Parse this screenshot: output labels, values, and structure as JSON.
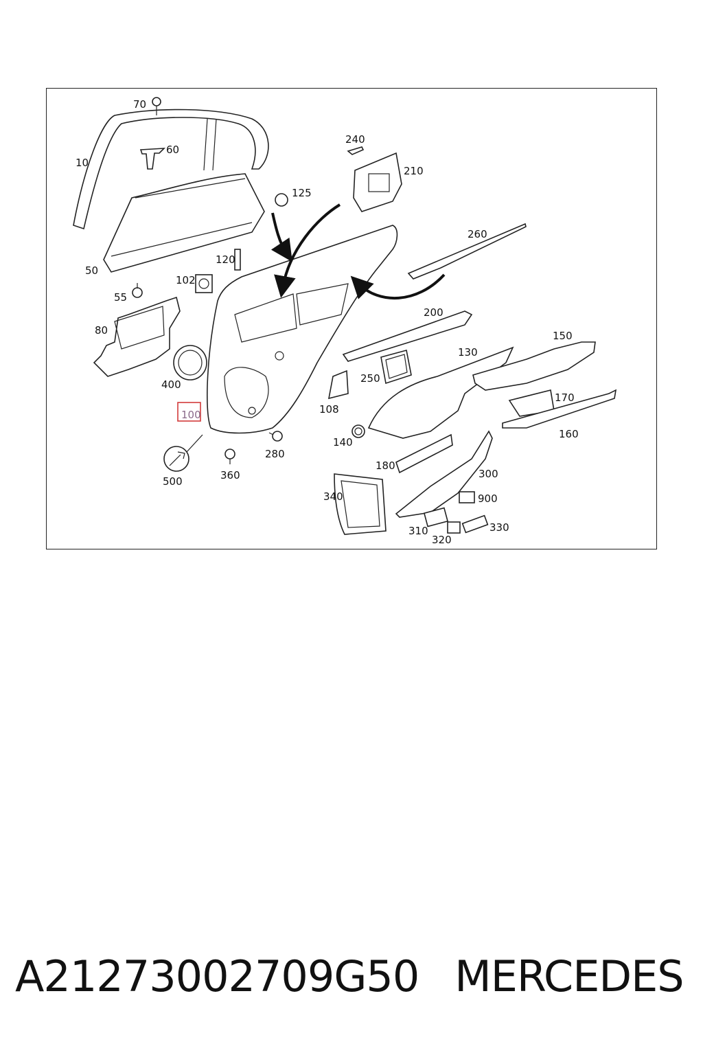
{
  "diagram": {
    "callouts": [
      "10",
      "50",
      "55",
      "60",
      "70",
      "80",
      "100",
      "102",
      "108",
      "120",
      "125",
      "130",
      "140",
      "150",
      "160",
      "170",
      "180",
      "200",
      "210",
      "240",
      "250",
      "260",
      "280",
      "300",
      "310",
      "320",
      "330",
      "340",
      "360",
      "400",
      "500",
      "900"
    ],
    "highlighted": "100"
  },
  "footer": {
    "part_number": "A21273002709G50",
    "brand": "MERCEDES"
  },
  "colors": {
    "highlight_box": "#d23a3a",
    "highlight_text": "#8a6a8a",
    "line": "#222222"
  }
}
